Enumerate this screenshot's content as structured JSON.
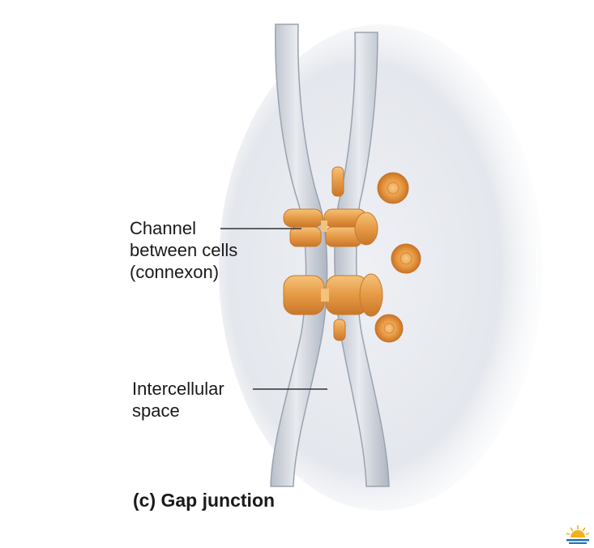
{
  "figure": {
    "labels": {
      "channel": [
        "Channel",
        "between cells",
        "(connexon)"
      ],
      "intercellular": [
        "Intercellular",
        "space"
      ]
    },
    "caption": "(c) Gap junction"
  },
  "colors": {
    "membrane_fill": "#cdd3dc",
    "membrane_edge": "#9aa3af",
    "background_glow": "#e6e9ef",
    "connexon_orange": "#e59a45",
    "connexon_light": "#f3c27c",
    "connexon_dark": "#c9772a",
    "leader_line": "#333333",
    "logo_yellow": "#f2b01e",
    "logo_blue": "#1f6fb5"
  },
  "icons": [
    "sun-logo-icon"
  ]
}
